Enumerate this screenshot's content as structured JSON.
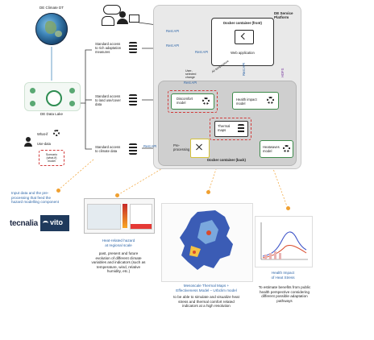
{
  "left": {
    "de_climate_dt": "DE Climate DT",
    "de_data_lake": "DE Data Lake",
    "what_if": "What-if",
    "use-data": "Use-data",
    "scenario_label": "Scenario\n(what-if)\nmodel"
  },
  "access": [
    "Standard access\nto rich adaptation\nmeasures",
    "Standard access\nto land use/cover\ndata",
    "Standard access\nto climate data"
  ],
  "platform": {
    "title": "DE Service\nPlatform",
    "front_title": "Docker container (front)",
    "web_app": "Web application",
    "back_title": "Docker container (back)"
  },
  "models": {
    "discomfort": "Discomfort\nmodel",
    "health_impact": "Health impact\nmodel",
    "thermal": "Thermal\nmaps",
    "preprocessing": "Pre-\nprocessing",
    "heatwaves": "Heatwaves\nmodel"
  },
  "arrows": {
    "rest_api_1": "Rest API",
    "rest_api_2": "Rest API",
    "rest_api_3": "Rest API",
    "rest_api_4": "Rest API",
    "rest_api_5": "Rest API",
    "rest_api_vert": "Rest API",
    "hdfs": "HDFS",
    "user_selected": "User-\nselected\nchange",
    "air_temp": "Air temperature"
  },
  "bottom": {
    "left_text": "Input data and the pre-\nprocessing that feed the\nhazard modelling component",
    "tecnalia": "tecnalia",
    "vito": "vito",
    "card1_caption": "Heat-related hazard\nat regional scale",
    "card1_desc": "past, present and future\nevolution of different climate\nvariables and indicators (such as\ntemperature, wind, relative\nhumidity, etc.)",
    "card2_caption": "Mesoscale Thermal Maps +\nEffectiveness Model – Urbclim model",
    "card2_desc": "to be able to simulate and visualize heat\nstress and thermal comfort related\nindicators at a high resolution",
    "card3_caption": "Health Impact\nof Heat Stress",
    "card3_desc": "To estimate benefits from public\nhealth perspective considering\ndifferent possible adaptation\npathways"
  },
  "colors": {
    "red_dash": "#d23a3a",
    "green": "#3c8a4a",
    "blue_arrow": "#2e66a8",
    "orange_dot": "#f0a030",
    "platform_bg": "#e9e9e9",
    "back_bg": "#cfcfcf"
  }
}
